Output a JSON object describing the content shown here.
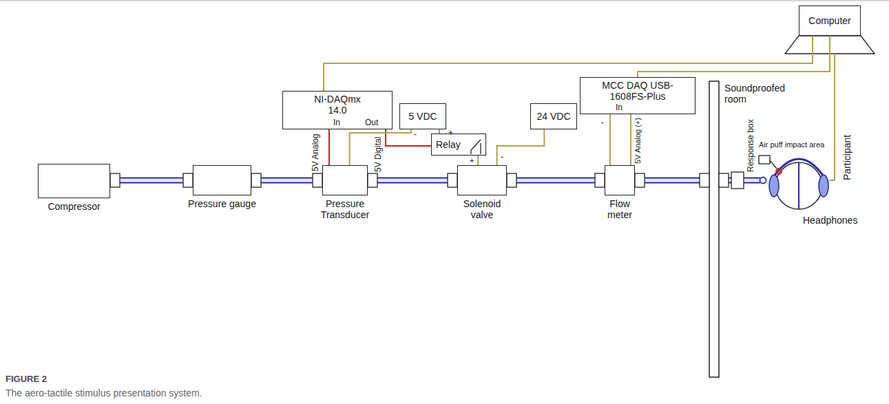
{
  "diagram": {
    "title": "FIGURE 2",
    "caption": "The aero-tactile stimulus presentation system.",
    "nodes": [
      {
        "text": [
          "Compressor"
        ]
      },
      {
        "text": [
          "Pressure gauge"
        ]
      },
      {
        "text": [
          "Pressure Transducer"
        ]
      },
      {
        "text": [
          "Solenoid valve"
        ]
      },
      {
        "text": [
          "Flow meter"
        ]
      },
      {
        "text": [
          "NI-DAQmx 14.0"
        ]
      },
      {
        "text": [
          "5 VDC"
        ]
      },
      {
        "text": [
          "24 VDC"
        ]
      },
      {
        "text": [
          "MCC DAQ USB-1608FS-Plus"
        ]
      },
      {
        "text": [
          "Relay"
        ]
      },
      {
        "text": [
          "Computer"
        ]
      }
    ],
    "edges": [
      {
        "from": 0,
        "to": 1,
        "arrow": "none"
      },
      {
        "from": 1,
        "to": 2,
        "arrow": "none"
      },
      {
        "from": 2,
        "to": 3,
        "arrow": "none"
      },
      {
        "from": 3,
        "to": 4,
        "arrow": "none"
      },
      {
        "from": 5,
        "to": 10,
        "arrow": "none"
      },
      {
        "from": 8,
        "to": 10,
        "arrow": "none"
      },
      {
        "from": 2,
        "to": 5,
        "arrow": "none"
      },
      {
        "from": 5,
        "to": 9,
        "arrow": "none"
      },
      {
        "from": 6,
        "to": 2,
        "arrow": "none"
      },
      {
        "from": 6,
        "to": 9,
        "arrow": "none"
      },
      {
        "from": 7,
        "to": 3,
        "arrow": "none"
      },
      {
        "from": 9,
        "to": 3,
        "arrow": "none"
      },
      {
        "from": 8,
        "to": 4,
        "arrow": "none"
      },
      {
        "from": 8,
        "to": 4,
        "arrow": "none"
      }
    ],
    "labels": [
      "In",
      "Out",
      "5V Analog",
      "5V Digital",
      "-",
      "+",
      "+",
      "-",
      "In",
      "-",
      "5V Analog (+)",
      "Soundproofed room",
      "Response box",
      "Air puff impact area",
      "Participant",
      "Headphones"
    ]
  }
}
